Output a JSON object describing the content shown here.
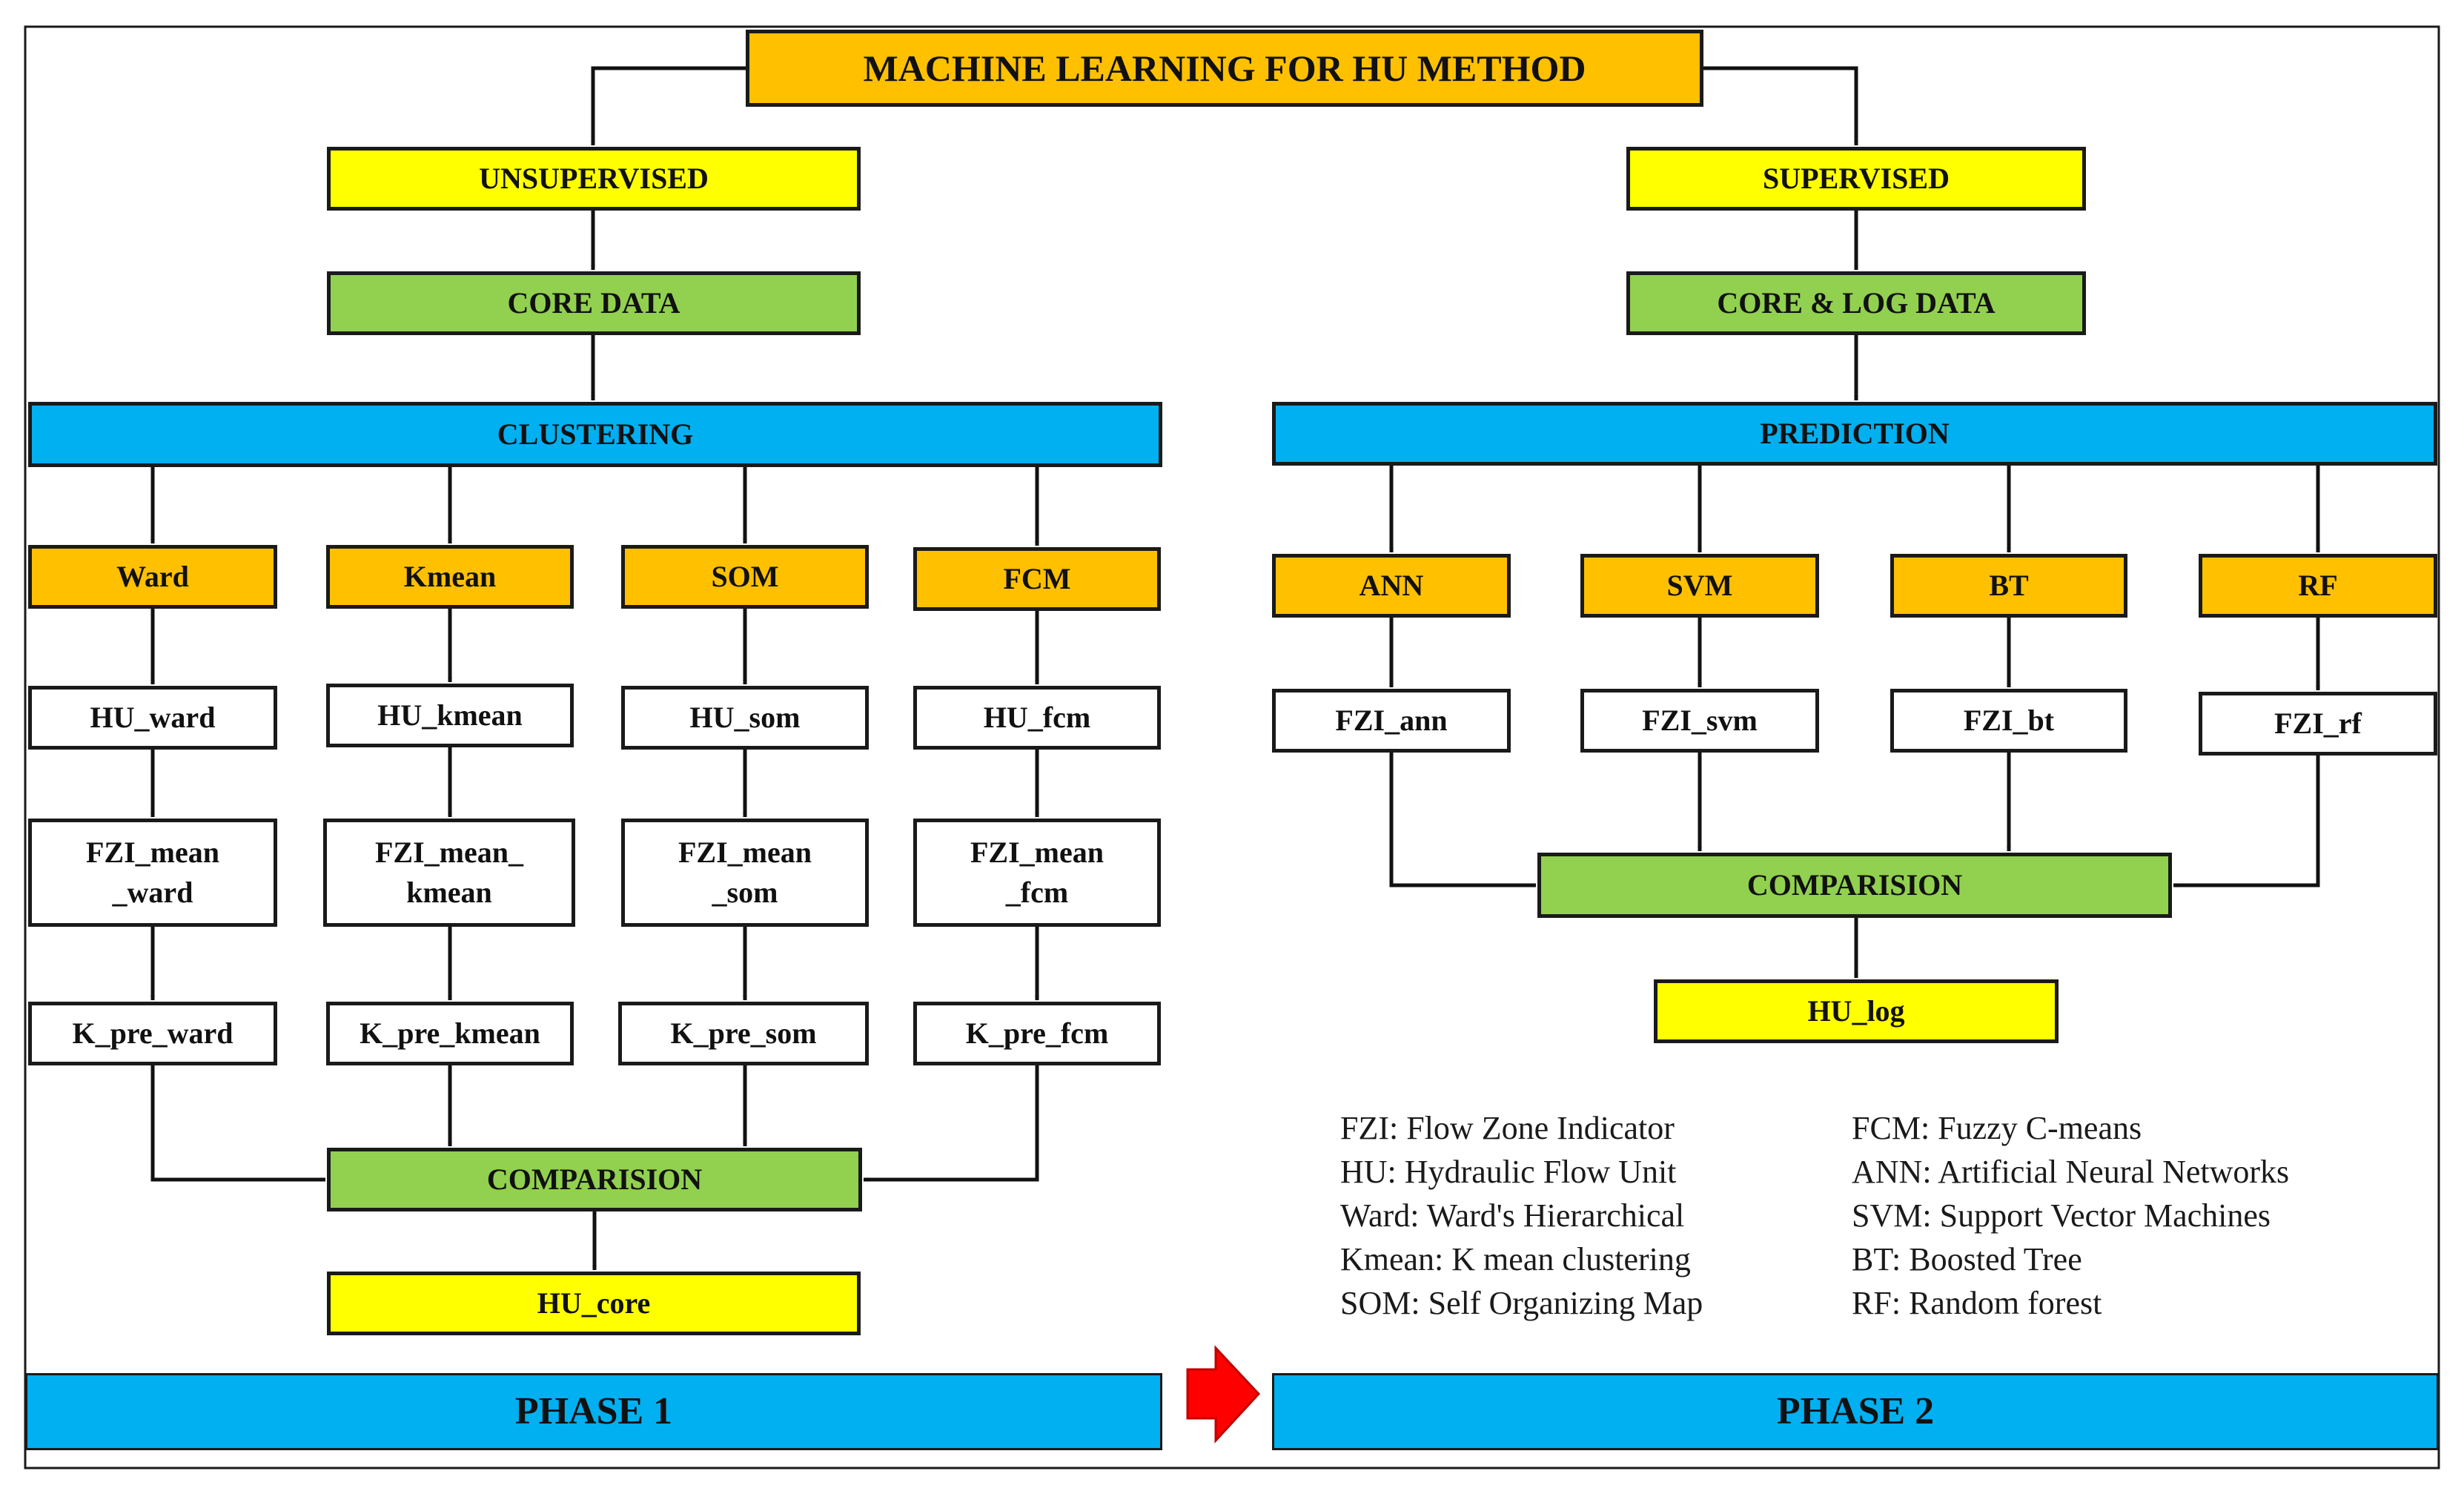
{
  "title": "MACHINE  LEARNING  FOR HU METHOD",
  "phase1": {
    "branch": "UNSUPERVISED",
    "data": "CORE DATA",
    "process": "CLUSTERING",
    "methods": [
      {
        "name": "Ward",
        "hu": "HU_ward",
        "fzi": [
          "FZI_mean",
          "_ward"
        ],
        "k": "K_pre_ward"
      },
      {
        "name": "Kmean",
        "hu": "HU_kmean",
        "fzi": [
          "FZI_mean_",
          "kmean"
        ],
        "k": "K_pre_kmean"
      },
      {
        "name": "SOM",
        "hu": "HU_som",
        "fzi": [
          "FZI_mean",
          "_som"
        ],
        "k": "K_pre_som"
      },
      {
        "name": "FCM",
        "hu": "HU_fcm",
        "fzi": [
          "FZI_mean",
          "_fcm"
        ],
        "k": "K_pre_fcm"
      }
    ],
    "comparison": "COMPARISION",
    "result": "HU_core",
    "label": "PHASE 1"
  },
  "phase2": {
    "branch": "SUPERVISED",
    "data": "CORE & LOG DATA",
    "process": "PREDICTION",
    "methods": [
      {
        "name": "ANN",
        "fzi": "FZI_ann"
      },
      {
        "name": "SVM",
        "fzi": "FZI_svm"
      },
      {
        "name": "BT",
        "fzi": "FZI_bt"
      },
      {
        "name": "RF",
        "fzi": "FZI_rf"
      }
    ],
    "comparison": "COMPARISION",
    "result": "HU_log",
    "label": "PHASE 2"
  },
  "legend_left": [
    "FZI: Flow Zone Indicator",
    "HU: Hydraulic Flow Unit",
    "Ward: Ward's Hierarchical",
    "Kmean: K mean clustering",
    "SOM: Self Organizing Map"
  ],
  "legend_right": [
    "FCM: Fuzzy C-means",
    "ANN: Artificial  Neural Networks",
    "SVM: Support Vector Machines",
    "BT: Boosted Tree",
    "RF: Random forest"
  ],
  "colors": {
    "method": "#ffc000",
    "branch": "#ffff00",
    "data": "#92d050",
    "process": "#00b0f0",
    "phase_arrow": "#ff0000"
  }
}
